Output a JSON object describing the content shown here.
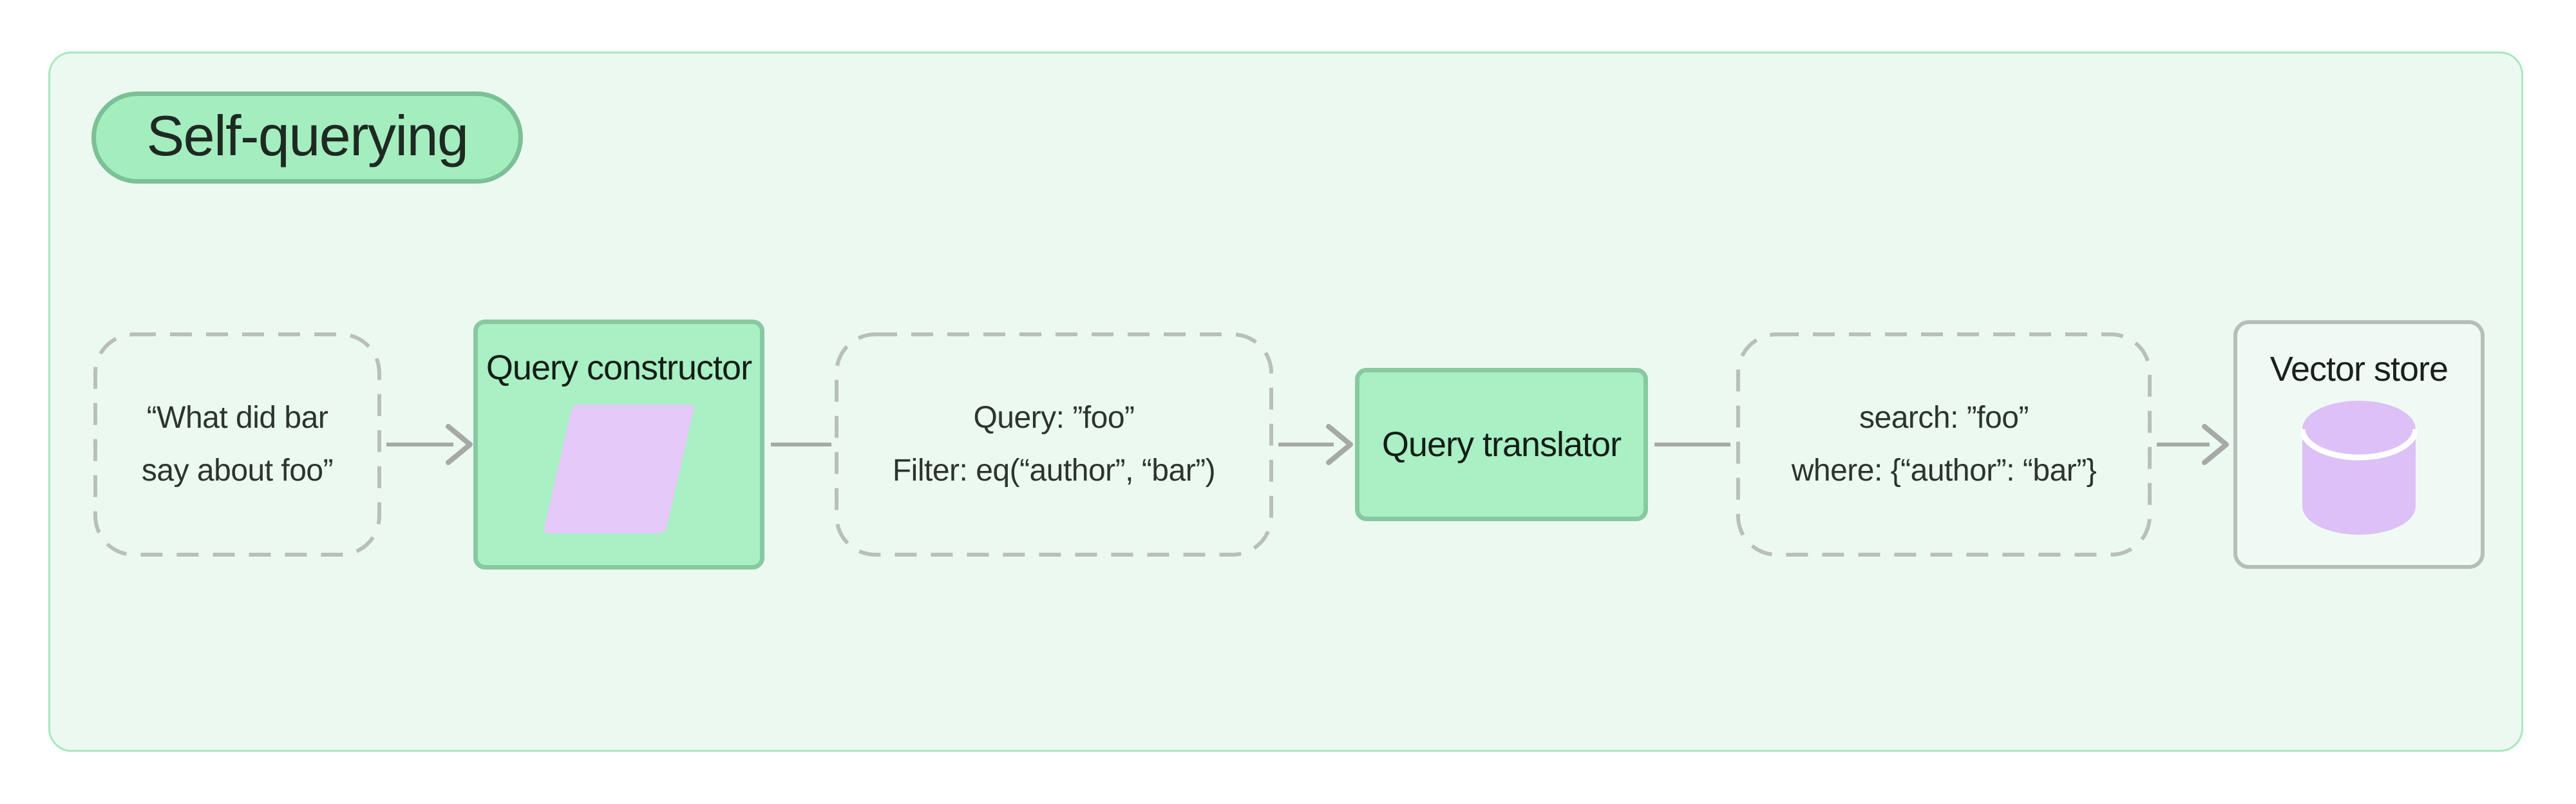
{
  "title_badge": {
    "label": "Self-querying"
  },
  "diagram": {
    "user_query": {
      "description": "user question node",
      "line1": "“What did bar",
      "line2": "say about foo”"
    },
    "query_constructor": {
      "label": "Query constructor",
      "icon": "parallelogram-icon"
    },
    "structured_query": {
      "line1": "Query: ”foo”",
      "line2": "Filter: eq(“author”, “bar”)"
    },
    "query_translator": {
      "label": "Query translator"
    },
    "translated_query": {
      "line1": "search: ”foo”",
      "line2": "where: {“author”: “bar”}"
    },
    "vector_store": {
      "label": "Vector store",
      "icon": "database-cylinder-icon"
    }
  },
  "colors": {
    "page_bg": "#ffffff",
    "container_bg": "#ecf9f1",
    "container_border": "#a9e8c0",
    "pill_bg": "#a4edbf",
    "pill_border": "#7cc095",
    "green_box_bg": "#a9f0c4",
    "green_box_border": "#88c9a0",
    "dashed_border": "#b9bfba",
    "connector": "#a6a9a6",
    "parallelogram": "#e5c9f8",
    "cylinder": "#ddc0f6",
    "cylinder_gap": "#ffffff",
    "vector_box_border": "#b7beb9",
    "text_dark": "#141d17",
    "text_node": "#2c342e"
  }
}
